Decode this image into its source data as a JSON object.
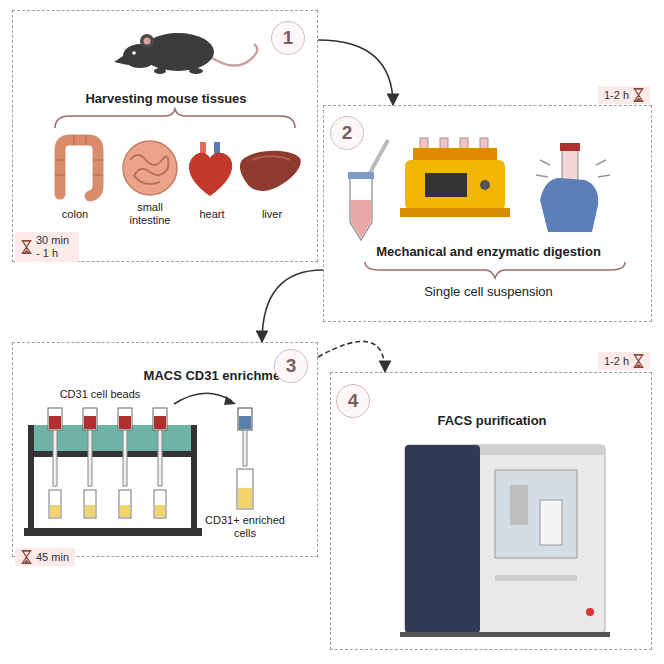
{
  "diagram": {
    "nodes": [
      {
        "text": [
          "Harvesting mouse tissues"
        ]
      },
      {
        "text": [
          "1"
        ],
        "in": 0
      },
      {
        "text": [
          "30 min - 1 h"
        ]
      },
      {
        "text": [
          "Mechanical and enzymatic digestion",
          "Single cell suspension"
        ]
      },
      {
        "text": [
          "2"
        ],
        "in": 3
      },
      {
        "text": [
          "1-2 h"
        ]
      },
      {
        "text": [
          "MACS CD31 enrichment"
        ]
      },
      {
        "text": [
          "3"
        ],
        "in": 6
      },
      {
        "text": [
          "45 min"
        ]
      },
      {
        "text": [
          "FACS purification"
        ]
      },
      {
        "text": [
          "4"
        ],
        "in": 9
      },
      {
        "text": [
          "1-2 h"
        ]
      }
    ],
    "edges": [
      {
        "from": 0,
        "to": 3,
        "arrow": "to"
      },
      {
        "from": 3,
        "to": 6,
        "arrow": "to"
      },
      {
        "from": 6,
        "to": 9,
        "arrow": "to"
      }
    ],
    "labels": [
      "colon",
      "small intestine",
      "heart",
      "liver",
      "CD31 cell beads",
      "CD31+ enriched cells"
    ]
  }
}
